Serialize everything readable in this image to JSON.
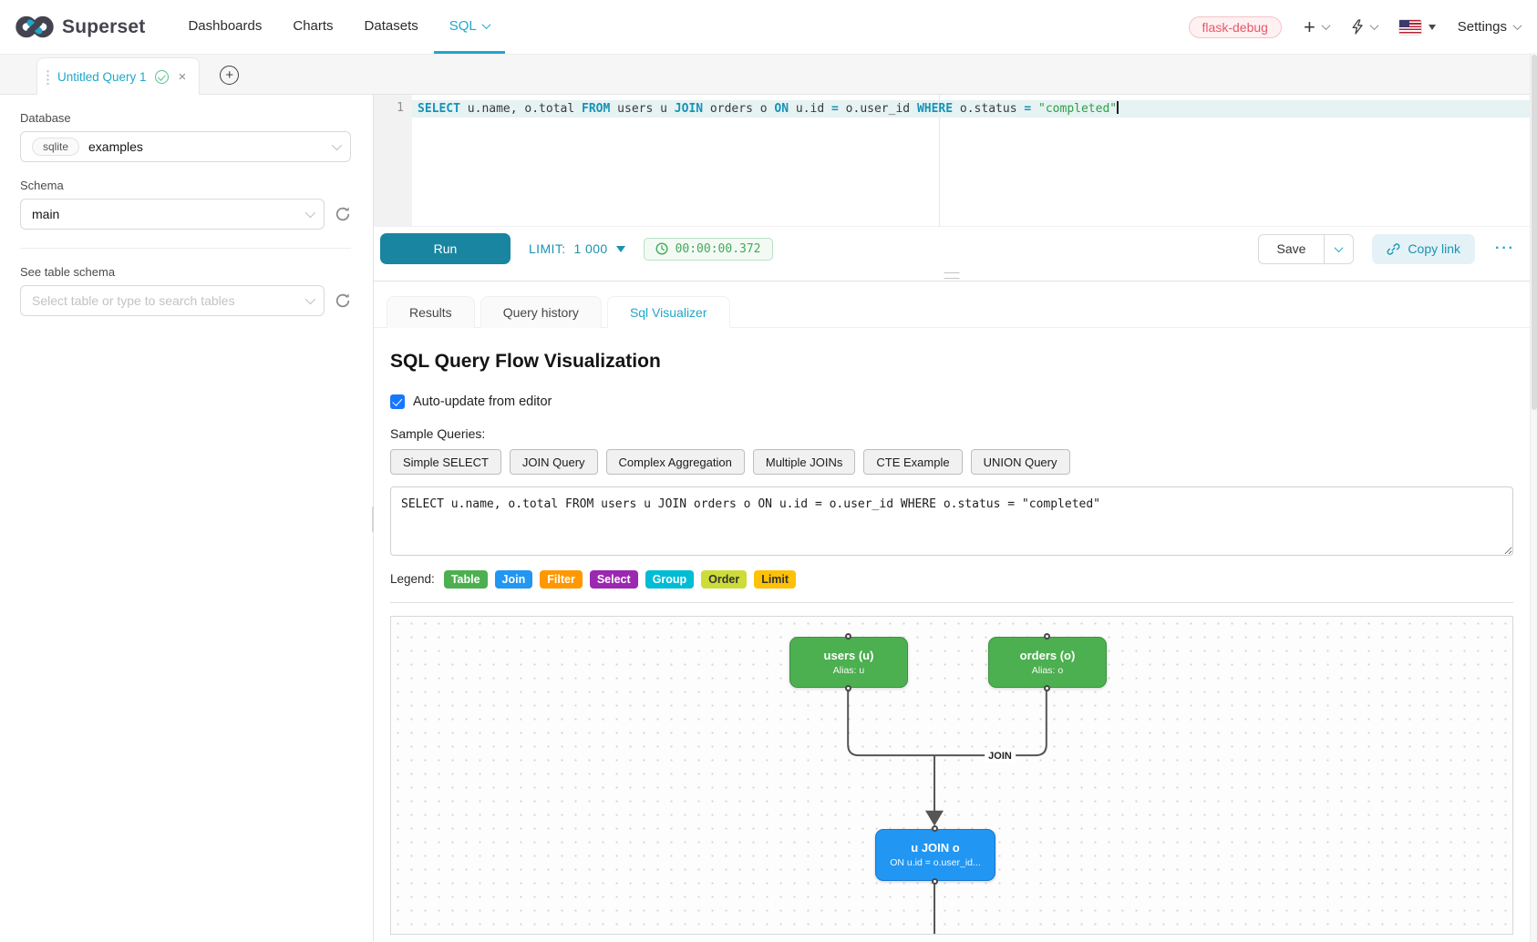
{
  "colors": {
    "accent": "#20a7c9",
    "run_button": "#1a85a0"
  },
  "navbar": {
    "brand": "Superset",
    "items": [
      {
        "label": "Dashboards"
      },
      {
        "label": "Charts"
      },
      {
        "label": "Datasets"
      },
      {
        "label": "SQL",
        "active": true
      }
    ],
    "env_badge": "flask-debug",
    "plus_icon": "+",
    "settings_label": "Settings"
  },
  "tabstrip": {
    "active_tab": "Untitled Query 1",
    "close_icon": "×",
    "add_icon": "+"
  },
  "sidebar": {
    "database_label": "Database",
    "database_engine": "sqlite",
    "database_name": "examples",
    "schema_label": "Schema",
    "schema_value": "main",
    "table_section_label": "See table schema",
    "table_placeholder": "Select table or type to search tables"
  },
  "editor": {
    "line_number": "1",
    "tokens": [
      {
        "type": "kw",
        "text": "SELECT"
      },
      {
        "type": "plain",
        "text": " u.name, o.total "
      },
      {
        "type": "kw",
        "text": "FROM"
      },
      {
        "type": "plain",
        "text": " users u "
      },
      {
        "type": "kw",
        "text": "JOIN"
      },
      {
        "type": "plain",
        "text": " orders o "
      },
      {
        "type": "kw",
        "text": "ON"
      },
      {
        "type": "plain",
        "text": " u.id "
      },
      {
        "type": "op",
        "text": "="
      },
      {
        "type": "plain",
        "text": " o.user_id "
      },
      {
        "type": "kw",
        "text": "WHERE"
      },
      {
        "type": "plain",
        "text": " o.status "
      },
      {
        "type": "op",
        "text": "="
      },
      {
        "type": "plain",
        "text": " "
      },
      {
        "type": "str",
        "text": "\"completed\""
      }
    ]
  },
  "toolbar": {
    "run_label": "Run",
    "limit_label": "LIMIT:",
    "limit_value": "1 000",
    "elapsed_time": "00:00:00.372",
    "save_label": "Save",
    "copy_link_label": "Copy link",
    "more_icon": "···"
  },
  "result_tabs": [
    {
      "label": "Results"
    },
    {
      "label": "Query history"
    },
    {
      "label": "Sql Visualizer",
      "active": true
    }
  ],
  "visualizer": {
    "title": "SQL Query Flow Visualization",
    "auto_update_label": "Auto-update from editor",
    "auto_update_checked": true,
    "sample_queries_label": "Sample Queries:",
    "sample_queries": [
      "Simple SELECT",
      "JOIN Query",
      "Complex Aggregation",
      "Multiple JOINs",
      "CTE Example",
      "UNION Query"
    ],
    "query_text": "SELECT u.name, o.total FROM users u JOIN orders o ON u.id = o.user_id WHERE o.status = \"completed\"",
    "legend_label": "Legend:",
    "legend": [
      {
        "label": "Table",
        "color": "#4caf50",
        "text": "#ffffff"
      },
      {
        "label": "Join",
        "color": "#2196f3",
        "text": "#ffffff"
      },
      {
        "label": "Filter",
        "color": "#ff9800",
        "text": "#ffffff"
      },
      {
        "label": "Select",
        "color": "#9c27b0",
        "text": "#ffffff"
      },
      {
        "label": "Group",
        "color": "#00bcd4",
        "text": "#ffffff"
      },
      {
        "label": "Order",
        "color": "#cddc39",
        "text": "#333333"
      },
      {
        "label": "Limit",
        "color": "#ffc107",
        "text": "#333333"
      }
    ],
    "flow": {
      "nodes": [
        {
          "id": "users",
          "title": "users (u)",
          "subtitle": "Alias: u",
          "color": "#4caf50"
        },
        {
          "id": "orders",
          "title": "orders (o)",
          "subtitle": "Alias: o",
          "color": "#4caf50"
        },
        {
          "id": "join",
          "title": "u JOIN o",
          "subtitle": "ON u.id = o.user_id...",
          "color": "#2196f3"
        }
      ],
      "edge_label": "JOIN"
    }
  }
}
